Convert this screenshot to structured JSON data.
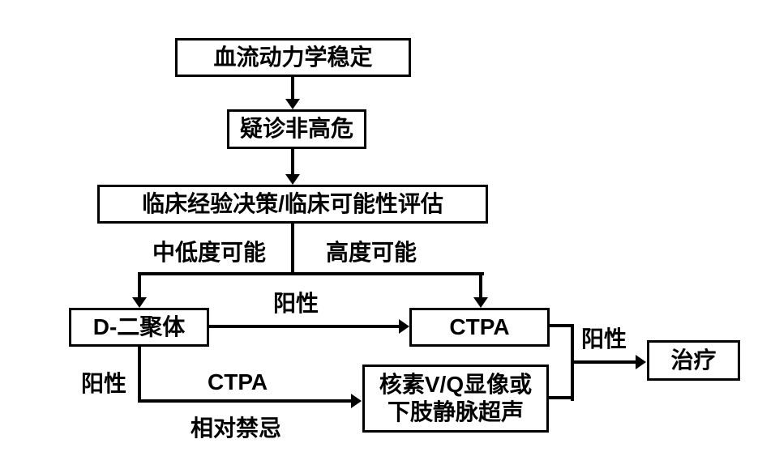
{
  "diagram": {
    "background_color": "#ffffff",
    "stroke_color": "#000000",
    "text_color": "#000000",
    "nodes": {
      "hemodynamic_stable": "血流动力学稳定",
      "suspected_non_high_risk": "疑诊非高危",
      "clinical_assessment": "临床经验决策/临床可能性评估",
      "d_dimer": "D-二聚体",
      "ctpa": "CTPA",
      "vq_scan_line1": "核素V/Q显像或",
      "vq_scan_line2": "下肢静脉超声",
      "treatment": "治疗"
    },
    "edge_labels": {
      "low_moderate_probability": "中低度可能",
      "high_probability": "高度可能",
      "positive_ddimer_to_ctpa": "阳性",
      "positive_ddimer_down": "阳性",
      "ctpa_contraindicated_line1": "CTPA",
      "ctpa_contraindicated_line2": "相对禁忌",
      "positive_to_treatment": "阳性"
    }
  }
}
